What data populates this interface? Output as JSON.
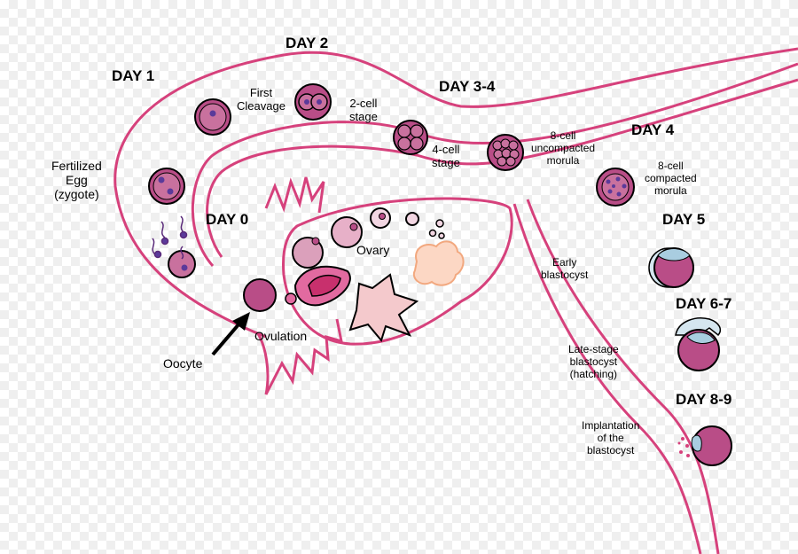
{
  "colors": {
    "tube": "#d6417c",
    "cell_fill": "#b94d87",
    "cell_light": "#c9719e",
    "ovary_pink": "#e26aa0",
    "blue": "#a9cde0",
    "peach": "#fcd7c4",
    "star": "#f4c9cc"
  },
  "days": {
    "day0": "DAY 0",
    "day1": "DAY 1",
    "day2": "DAY 2",
    "day34": "DAY 3-4",
    "day4": "DAY 4",
    "day5": "DAY 5",
    "day67": "DAY 6-7",
    "day89": "DAY 8-9"
  },
  "labels": {
    "fertilized_1": "Fertilized",
    "fertilized_2": "Egg",
    "fertilized_3": "(zygote)",
    "first_cleavage_1": "First",
    "first_cleavage_2": "Cleavage",
    "two_cell_1": "2-cell",
    "two_cell_2": "stage",
    "four_cell_1": "4-cell",
    "four_cell_2": "stage",
    "eight_uncomp_1": "8-cell",
    "eight_uncomp_2": "uncompacted",
    "eight_uncomp_3": "morula",
    "eight_comp_1": "8-cell",
    "eight_comp_2": "compacted",
    "eight_comp_3": "morula",
    "early_blast_1": "Early",
    "early_blast_2": "blastocyst",
    "late_blast_1": "Late-stage",
    "late_blast_2": "blastocyst",
    "late_blast_3": "(hatching)",
    "implant_1": "Implantation",
    "implant_2": "of the",
    "implant_3": "blastocyst",
    "ovary": "Ovary",
    "ovulation": "Ovulation",
    "oocyte": "Oocyte"
  }
}
